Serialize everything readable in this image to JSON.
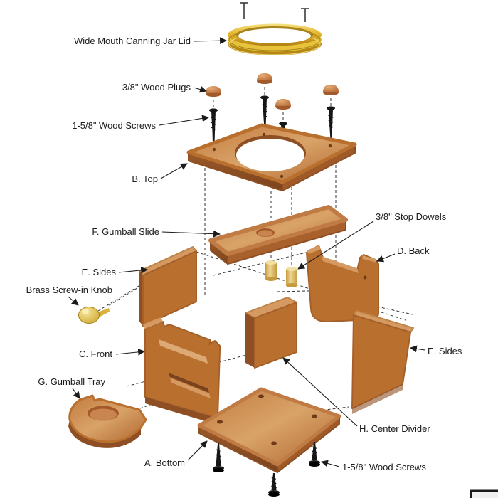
{
  "diagram": {
    "type": "exploded-assembly-diagram",
    "labels": {
      "jar_lid": "Wide Mouth Canning Jar Lid",
      "wood_plugs": "3/8\" Wood Plugs",
      "wood_screws_top": "1-5/8\" Wood Screws",
      "top": "B. Top",
      "gumball_slide": "F. Gumball Slide",
      "stop_dowels": "3/8\" Stop Dowels",
      "back": "D. Back",
      "sides_left": "E. Sides",
      "knob": "Brass Screw-in Knob",
      "front": "C. Front",
      "sides_right": "E. Sides",
      "gumball_tray": "G. Gumball Tray",
      "center_divider": "H. Center Divider",
      "bottom": "A. Bottom",
      "wood_screws_bottom": "1-5/8\" Wood Screws"
    },
    "colors": {
      "wood_light": "#d49a62",
      "wood_mid": "#b9702e",
      "wood_dark": "#8e4f24",
      "gold": "#e3b52c",
      "dowel": "#e7c573",
      "line": "#2a2a2a",
      "text": "#1b1b1b"
    }
  }
}
